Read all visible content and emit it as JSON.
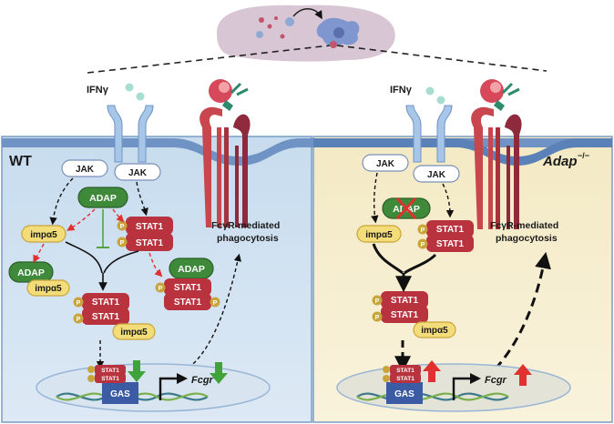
{
  "colors": {
    "wt_bg": "#d6e6f3",
    "ko_bg": "#f7efcf",
    "membrane": "#6e93c4",
    "adap_green": "#3f8a3a",
    "stat_red": "#b8333d",
    "imp_yellow": "#f3dd7a",
    "p_orange": "#c9a43a",
    "arrow_green": "#3fa33a",
    "arrow_red": "#e03030"
  },
  "wt_panel": {
    "label": "WT",
    "ifn": "IFNγ",
    "jak_left": "JAK",
    "jak_right": "JAK",
    "adap": "ADAP",
    "imp_a5": "impα5",
    "adap_imp_complex": {
      "adap": "ADAP",
      "imp": "impα5"
    },
    "stat1_top": "STAT1",
    "stat1_bottom": "STAT1",
    "adap_stat_complex": {
      "adap": "ADAP",
      "stat1_a": "STAT1",
      "stat1_b": "STAT1"
    },
    "p_label": "P",
    "nuclear_complex": {
      "stat1_a": "STAT1",
      "stat1_b": "STAT1",
      "imp": "impα5"
    },
    "fcgr_text_line1": "FcγR-mediated",
    "fcgr_text_line2": "phagocytosis",
    "dna_stat_a": "STAT1",
    "dna_stat_b": "STAT1",
    "gas": "GAS",
    "gene": "Fcgr"
  },
  "ko_panel": {
    "label": "Adap",
    "label_sup": "−/−",
    "ifn": "IFNγ",
    "jak_left": "JAK",
    "jak_right": "JAK",
    "adap": "ADAP",
    "imp_a5": "impα5",
    "stat1_top": "STAT1",
    "stat1_bottom": "STAT1",
    "p_label": "P",
    "nuclear_complex": {
      "stat1_a": "STAT1",
      "stat1_b": "STAT1",
      "imp": "impα5"
    },
    "fcgr_text_line1": "FcγR-mediated",
    "fcgr_text_line2": "phagocytosis",
    "dna_stat_a": "STAT1",
    "dna_stat_b": "STAT1",
    "gas": "GAS",
    "gene": "Fcgr"
  }
}
